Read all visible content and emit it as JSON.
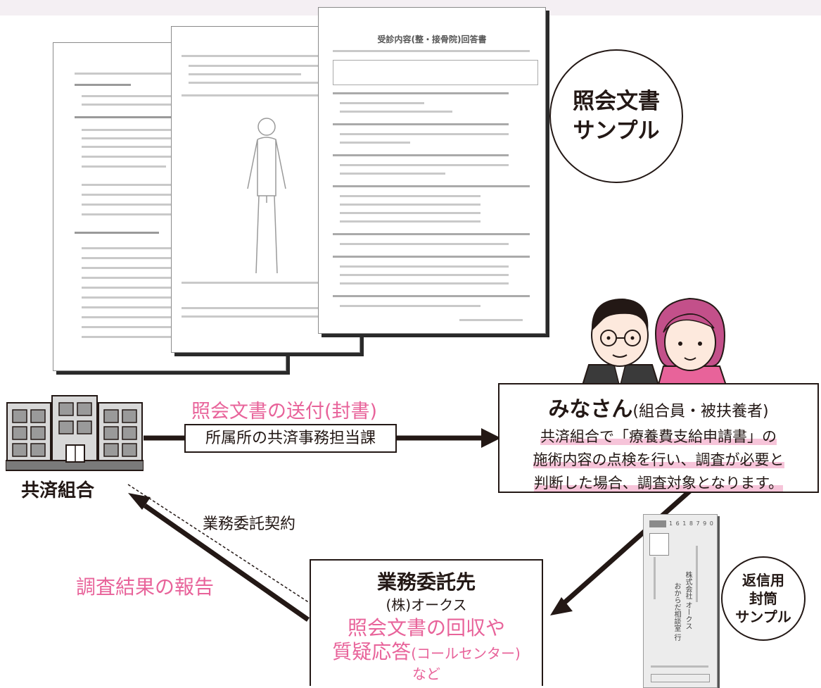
{
  "sample_docs": {
    "front_title": "受診内容(整・接骨院)回答書",
    "bubble_line1": "照会文書",
    "bubble_line2": "サンプル"
  },
  "nodes": {
    "union": "共済組合",
    "members_title": "みなさん",
    "members_sub": "(組合員・被扶養者)",
    "members_desc_1": "共済組合で「療養費支給申請書」の",
    "members_desc_2": "施術内容の点検を行い、調査が必要と",
    "members_desc_3": "判断した場合、調査対象となります。",
    "contractor_title": "業務委託先",
    "contractor_company": "(株)オークス",
    "contractor_role_1": "照会文書の回収や",
    "contractor_role_2a": "質疑応答",
    "contractor_role_2b": "(コールセンター)",
    "contractor_role_3": "など"
  },
  "flows": {
    "send_label": "照会文書の送付(封書)",
    "send_via": "所属所の共済事務担当課",
    "contract_label": "業務委託契約",
    "report_label": "調査結果の報告"
  },
  "envelope": {
    "bubble_line1": "返信用",
    "bubble_line2": "封筒",
    "bubble_line3": "サンプル",
    "company": "株式会社 オークス",
    "dept": "おからだ相談室 行",
    "postal": "1 6 1 8 7 9 0"
  },
  "colors": {
    "accent_pink": "#e8639a",
    "ink": "#231815"
  }
}
